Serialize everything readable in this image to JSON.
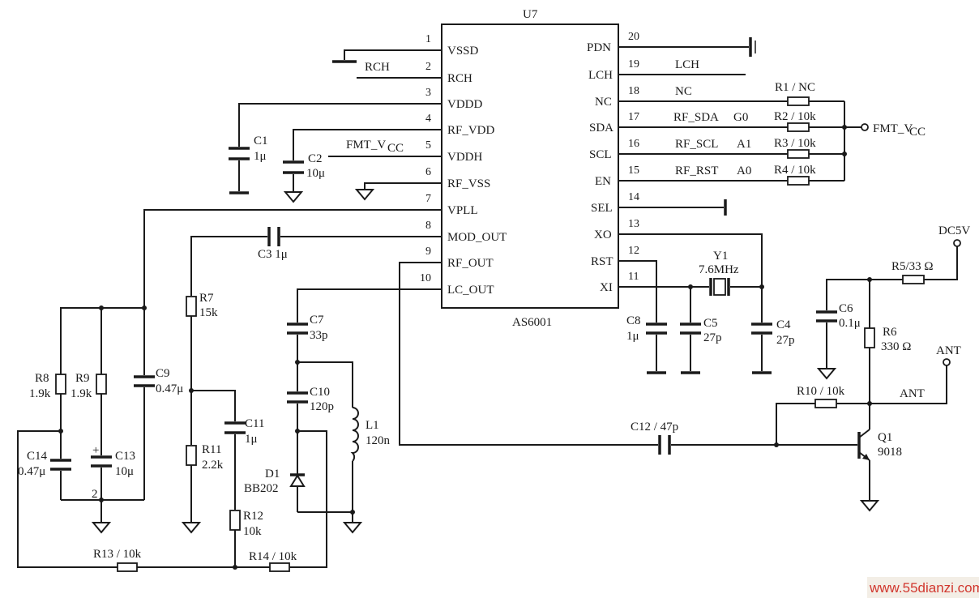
{
  "ic": {
    "ref": "U7",
    "part": "AS6001",
    "left_pins": [
      {
        "num": "1",
        "name": "VSSD"
      },
      {
        "num": "2",
        "name": "RCH"
      },
      {
        "num": "3",
        "name": "VDDD"
      },
      {
        "num": "4",
        "name": "RF_VDD"
      },
      {
        "num": "5",
        "name": "VDDH"
      },
      {
        "num": "6",
        "name": "RF_VSS"
      },
      {
        "num": "7",
        "name": "VPLL"
      },
      {
        "num": "8",
        "name": "MOD_OUT"
      },
      {
        "num": "9",
        "name": "RF_OUT"
      },
      {
        "num": "10",
        "name": "LC_OUT"
      }
    ],
    "right_pins": [
      {
        "num": "20",
        "name": "PDN"
      },
      {
        "num": "19",
        "name": "LCH"
      },
      {
        "num": "18",
        "name": "NC"
      },
      {
        "num": "17",
        "name": "SDA"
      },
      {
        "num": "16",
        "name": "SCL"
      },
      {
        "num": "15",
        "name": "EN"
      },
      {
        "num": "14",
        "name": "SEL"
      },
      {
        "num": "13",
        "name": "XO"
      },
      {
        "num": "12",
        "name": "RST"
      },
      {
        "num": "11",
        "name": "XI"
      }
    ]
  },
  "nets": {
    "rch": "RCH",
    "lch": "LCH",
    "nc": "NC",
    "rf_sda": "RF_SDA",
    "rf_scl": "RF_SCL",
    "rf_rst": "RF_RST",
    "g0": "G0",
    "a1": "A1",
    "a0": "A0",
    "fmt_vcc_left": "FMT_V",
    "fmt_vcc_right": "FMT_V",
    "cc": "CC",
    "dc5v": "DC5V",
    "ant_power": "ANT",
    "ant_line": "ANT",
    "node2": "2"
  },
  "components": {
    "c1": {
      "ref": "C1",
      "value": "1μ"
    },
    "c2": {
      "ref": "C2",
      "value": "10μ"
    },
    "c3": {
      "label": "C3 1μ"
    },
    "c4": {
      "ref": "C4",
      "value": "27p"
    },
    "c5": {
      "ref": "C5",
      "value": "27p"
    },
    "c6": {
      "ref": "C6",
      "value": "0.1μ"
    },
    "c7": {
      "ref": "C7",
      "value": "33p"
    },
    "c8": {
      "ref": "C8",
      "value": "1μ"
    },
    "c9": {
      "ref": "C9",
      "value": "0.47μ"
    },
    "c10": {
      "ref": "C10",
      "value": "120p"
    },
    "c11": {
      "ref": "C11",
      "value": "1μ"
    },
    "c12": {
      "label": "C12 / 47p"
    },
    "c13": {
      "ref": "C13",
      "value": "10μ"
    },
    "c14": {
      "ref": "C14",
      "value": "0.47μ"
    },
    "r1": {
      "label": "R1 / NC"
    },
    "r2": {
      "label": "R2 / 10k"
    },
    "r3": {
      "label": "R3 / 10k"
    },
    "r4": {
      "label": "R4 / 10k"
    },
    "r5": {
      "label": "R5/33 Ω"
    },
    "r6": {
      "ref": "R6",
      "value": "330 Ω"
    },
    "r7": {
      "ref": "R7",
      "value": "15k"
    },
    "r8": {
      "ref": "R8",
      "value": "1.9k"
    },
    "r9": {
      "ref": "R9",
      "value": "1.9k"
    },
    "r10": {
      "label": "R10 / 10k"
    },
    "r11": {
      "ref": "R11",
      "value": "2.2k"
    },
    "r12": {
      "ref": "R12",
      "value": "10k"
    },
    "r13": {
      "label": "R13 / 10k"
    },
    "r14": {
      "label": "R14 / 10k"
    },
    "l1": {
      "ref": "L1",
      "value": "120n"
    },
    "d1": {
      "ref": "D1",
      "value": "BB202"
    },
    "y1": {
      "ref": "Y1",
      "value": "7.6MHz"
    },
    "q1": {
      "ref": "Q1",
      "value": "9018"
    }
  },
  "watermark": "www.55dianzi.com"
}
